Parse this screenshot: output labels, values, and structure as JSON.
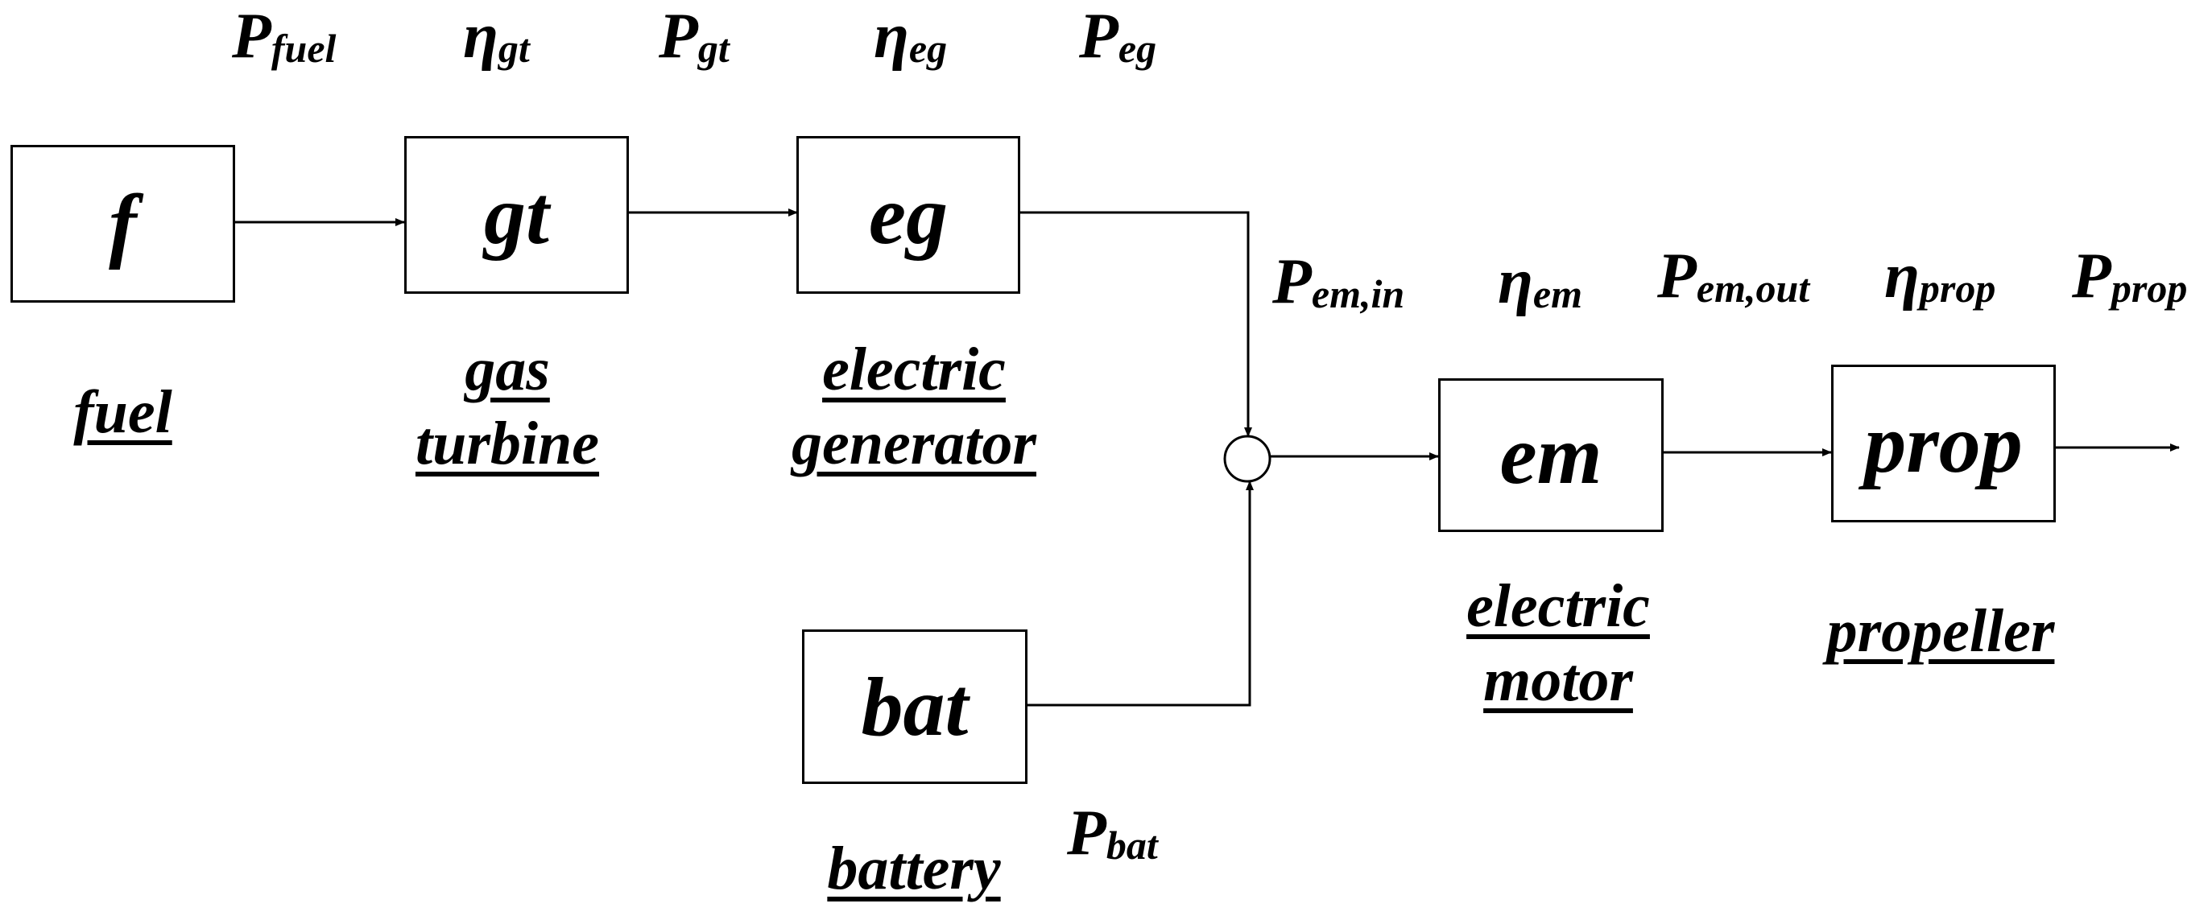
{
  "blocks": {
    "fuel": {
      "symbol": "f",
      "name": [
        "fuel"
      ]
    },
    "gas_turbine": {
      "symbol": "gt",
      "name": [
        "gas",
        "turbine"
      ]
    },
    "electric_generator": {
      "symbol": "eg",
      "name": [
        "electric",
        "generator"
      ]
    },
    "battery": {
      "symbol": "bat",
      "name": [
        "battery"
      ]
    },
    "electric_motor": {
      "symbol": "em",
      "name": [
        "electric",
        "motor"
      ]
    },
    "propeller": {
      "symbol": "prop",
      "name": [
        "propeller"
      ]
    }
  },
  "quantities": {
    "p_fuel": {
      "base": "P",
      "sub": "fuel"
    },
    "eta_gt": {
      "base": "η",
      "sub": "gt"
    },
    "p_gt": {
      "base": "P",
      "sub": "gt"
    },
    "eta_eg": {
      "base": "η",
      "sub": "eg"
    },
    "p_eg": {
      "base": "P",
      "sub": "eg"
    },
    "p_em_in": {
      "base": "P",
      "sub": "em,in"
    },
    "eta_em": {
      "base": "η",
      "sub": "em"
    },
    "p_em_out": {
      "base": "P",
      "sub": "em,out"
    },
    "eta_prop": {
      "base": "η",
      "sub": "prop"
    },
    "p_prop": {
      "base": "P",
      "sub": "prop"
    },
    "p_bat": {
      "base": "P",
      "sub": "bat"
    }
  }
}
